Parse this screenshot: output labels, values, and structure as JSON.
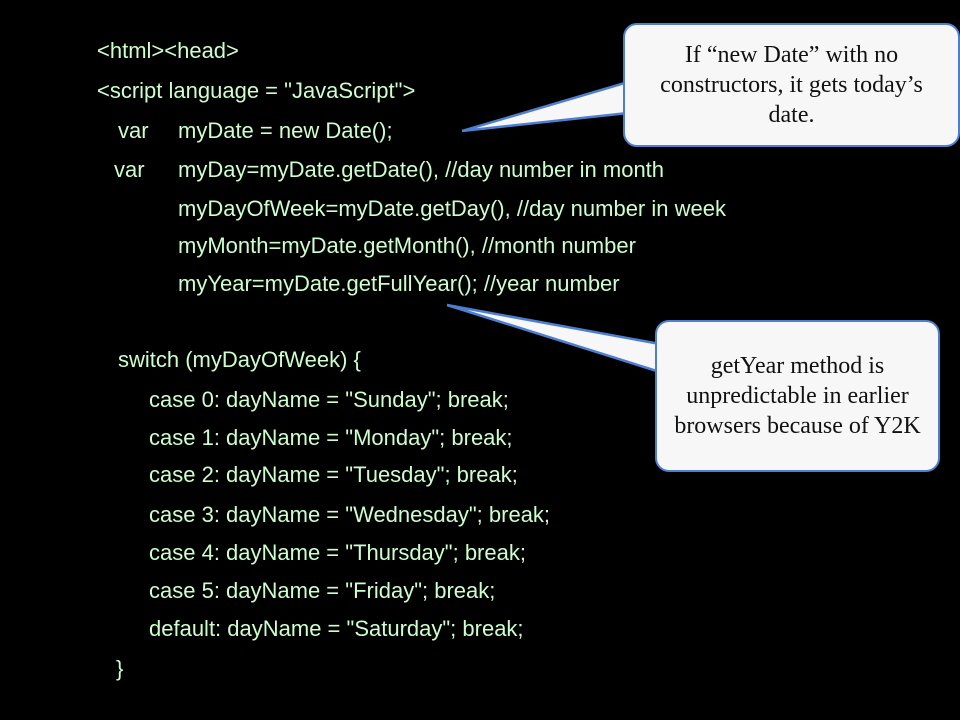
{
  "code": {
    "lines": [
      "<html><head>",
      "<script language = \"JavaScript\">",
      "var",
      "myDate = new Date();",
      "var",
      "myDay=myDate.getDate(), //day number in month",
      "myDayOfWeek=myDate.getDay(), //day number in week",
      "myMonth=myDate.getMonth(), //month number",
      "myYear=myDate.getFullYear(); //year number",
      "switch (myDayOfWeek) {",
      "case 0: dayName = \"Sunday\"; break;",
      "case 1: dayName = \"Monday\"; break;",
      "case 2: dayName = \"Tuesday\"; break;",
      "case 3: dayName = \"Wednesday\"; break;",
      "case 4: dayName = \"Thursday\"; break;",
      "case 5: dayName = \"Friday\"; break;",
      "default: dayName = \"Saturday\"; break;",
      "}"
    ]
  },
  "callouts": {
    "new_date": "If “new Date” with no constructors, it gets today’s date.",
    "get_year": "getYear method is unpredictable in earlier browsers because of Y2K"
  },
  "colors": {
    "background": "#000000",
    "code_text": "#ccffcc",
    "callout_fill": "#f7f7f7",
    "callout_border": "#4d7ecf"
  }
}
